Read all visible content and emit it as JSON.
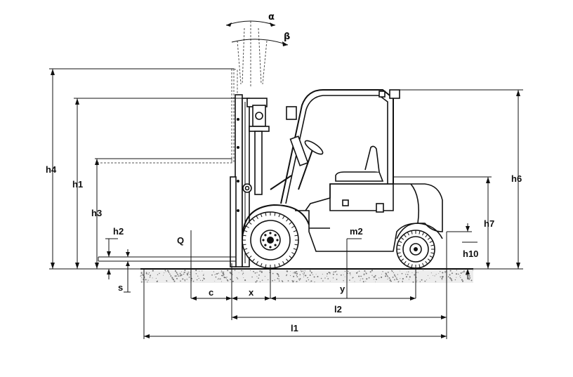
{
  "labels": {
    "alpha": "α",
    "beta": "β",
    "h4": "h4",
    "h1": "h1",
    "h3": "h3",
    "h2": "h2",
    "s": "s",
    "Q": "Q",
    "m2": "m2",
    "h6": "h6",
    "h7": "h7",
    "h10": "h10",
    "c": "c",
    "x": "x",
    "y": "y",
    "l2": "l2",
    "l1": "l1"
  },
  "colors": {
    "line": "#111111",
    "ground": "#bdbdbd"
  },
  "icons": {
    "forklift": "forklift-side-view-icon"
  }
}
